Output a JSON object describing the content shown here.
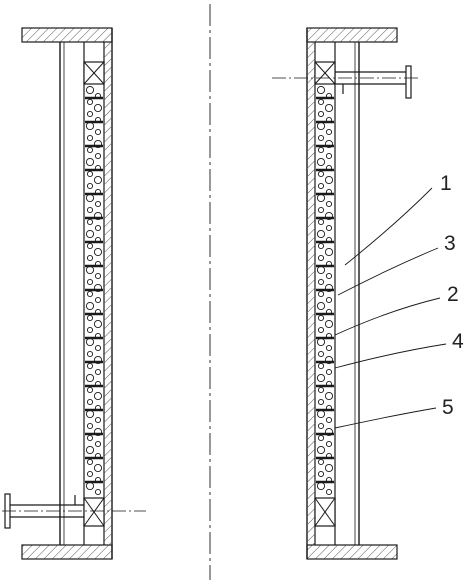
{
  "callouts": [
    {
      "id": "1",
      "label": "1"
    },
    {
      "id": "3",
      "label": "3"
    },
    {
      "id": "2",
      "label": "2"
    },
    {
      "id": "4",
      "label": "4"
    },
    {
      "id": "5",
      "label": "5"
    }
  ],
  "colors": {
    "line": "#1a1a1a",
    "hatch": "#555555",
    "packing_fill": "#d9d9d9",
    "background": "#ffffff"
  },
  "icons": [
    "flange-hatch",
    "packing-seal-x",
    "packed-bed-granules",
    "centerline",
    "side-nozzle"
  ]
}
